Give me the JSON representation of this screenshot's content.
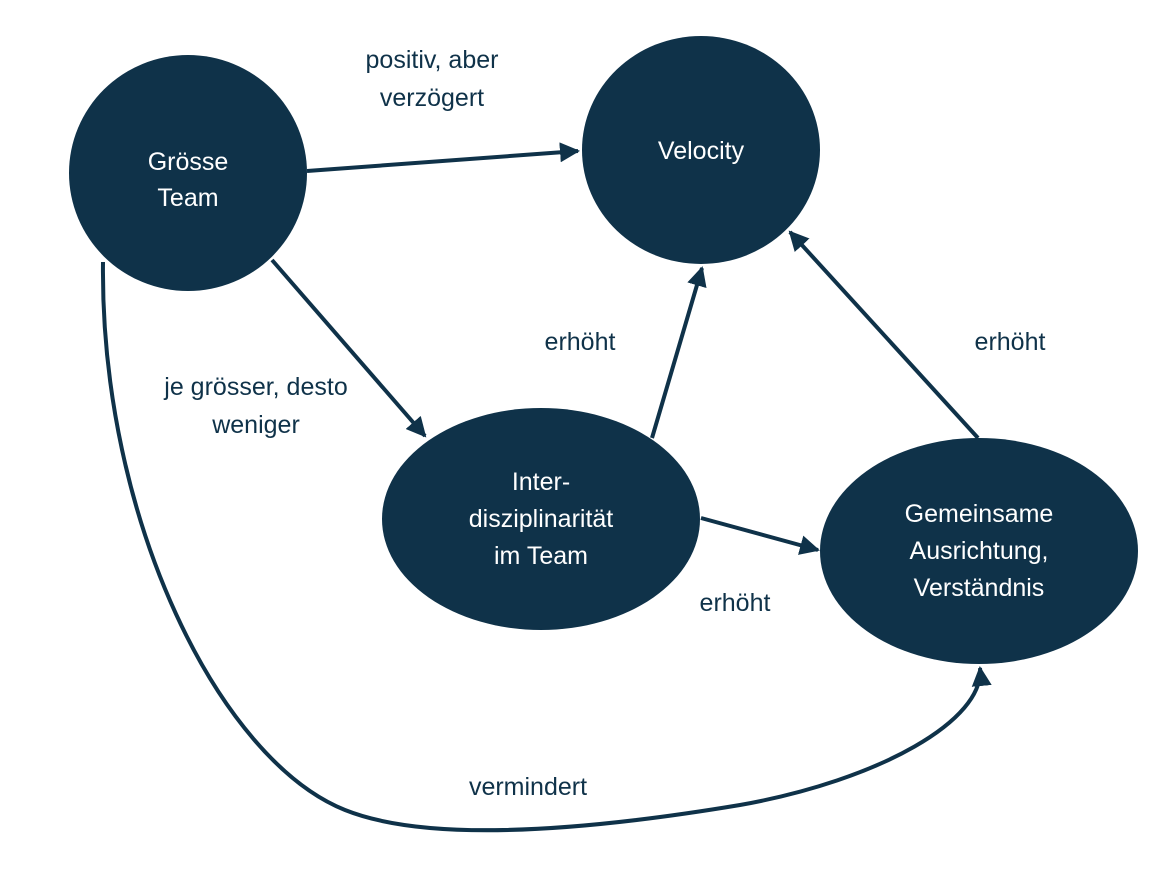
{
  "colors": {
    "node_fill": "#0f3249",
    "node_text": "#ffffff",
    "edge": "#0f3249",
    "label": "#0f3249"
  },
  "nodes": {
    "groesse_team": {
      "lines": [
        "Grösse",
        "Team"
      ]
    },
    "velocity": {
      "lines": [
        "Velocity"
      ]
    },
    "interdisziplinaritaet": {
      "lines": [
        "Inter-",
        "disziplinarität",
        "im Team"
      ]
    },
    "gemeinsame_ausrichtung": {
      "lines": [
        "Gemeinsame",
        "Ausrichtung,",
        "Verständnis"
      ]
    }
  },
  "edges": {
    "team_to_velocity": {
      "from": "Grösse Team",
      "to": "Velocity",
      "label_lines": [
        "positiv, aber",
        "verzögert"
      ]
    },
    "team_to_inter": {
      "from": "Grösse Team",
      "to": "Interdisziplinarität im Team",
      "label_lines": [
        "je grösser, desto",
        "weniger"
      ]
    },
    "inter_to_velocity": {
      "from": "Interdisziplinarität im Team",
      "to": "Velocity",
      "label_lines": [
        "erhöht"
      ]
    },
    "inter_to_ausrichtung": {
      "from": "Interdisziplinarität im Team",
      "to": "Gemeinsame Ausrichtung, Verständnis",
      "label_lines": [
        "erhöht"
      ]
    },
    "ausrichtung_to_velocity": {
      "from": "Gemeinsame Ausrichtung, Verständnis",
      "to": "Velocity",
      "label_lines": [
        "erhöht"
      ]
    },
    "team_to_ausrichtung": {
      "from": "Grösse Team",
      "to": "Gemeinsame Ausrichtung, Verständnis",
      "label_lines": [
        "vermindert"
      ]
    }
  }
}
